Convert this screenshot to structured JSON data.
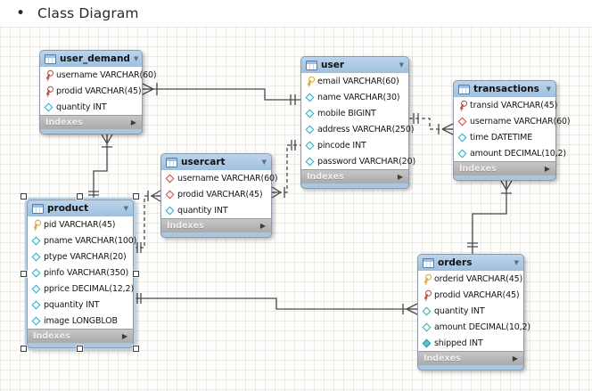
{
  "page": {
    "title": "Class Diagram"
  },
  "icons": {
    "bullet": "•",
    "header_arrow": "▼",
    "expand_arrow": "▶"
  },
  "colors": {
    "header_blue": "#a9c6e2",
    "indexes_gray": "#b5b5b5",
    "line": "#4a4a4a",
    "key_yellow": "#d9a62e",
    "key_red": "#b94a3e",
    "diamond_cyan": "#3aa7b8",
    "diamond_red": "#c0504d",
    "selection": "#b7d2eb"
  },
  "diagram": {
    "tables": [
      {
        "name": "user_demand",
        "indexes_label": "Indexes",
        "fields": [
          {
            "icon": "key-red",
            "text": "username VARCHAR(60)"
          },
          {
            "icon": "key-red",
            "text": "prodid VARCHAR(45)"
          },
          {
            "icon": "diamond-cyan",
            "text": "quantity INT"
          }
        ]
      },
      {
        "name": "user",
        "indexes_label": "Indexes",
        "fields": [
          {
            "icon": "key-yellow",
            "text": "email VARCHAR(60)"
          },
          {
            "icon": "diamond-cyan",
            "text": "name VARCHAR(30)"
          },
          {
            "icon": "diamond-cyan",
            "text": "mobile BIGINT"
          },
          {
            "icon": "diamond-cyan",
            "text": "address VARCHAR(250)"
          },
          {
            "icon": "diamond-cyan",
            "text": "pincode INT"
          },
          {
            "icon": "diamond-cyan",
            "text": "password VARCHAR(20)"
          }
        ]
      },
      {
        "name": "transactions",
        "indexes_label": "Indexes",
        "fields": [
          {
            "icon": "key-red",
            "text": "transid VARCHAR(45)"
          },
          {
            "icon": "diamond-red",
            "text": "username VARCHAR(60)"
          },
          {
            "icon": "diamond-cyan",
            "text": "time DATETIME"
          },
          {
            "icon": "diamond-cyan",
            "text": "amount DECIMAL(10,2)"
          }
        ]
      },
      {
        "name": "usercart",
        "indexes_label": "Indexes",
        "fields": [
          {
            "icon": "diamond-red",
            "text": "username VARCHAR(60)"
          },
          {
            "icon": "diamond-red",
            "text": "prodid VARCHAR(45)"
          },
          {
            "icon": "diamond-cyan",
            "text": "quantity INT"
          }
        ]
      },
      {
        "name": "product",
        "indexes_label": "Indexes",
        "selected": true,
        "fields": [
          {
            "icon": "key-yellow",
            "text": "pid VARCHAR(45)"
          },
          {
            "icon": "diamond-cyan",
            "text": "pname VARCHAR(100)"
          },
          {
            "icon": "diamond-cyan",
            "text": "ptype VARCHAR(20)"
          },
          {
            "icon": "diamond-cyan",
            "text": "pinfo VARCHAR(350)"
          },
          {
            "icon": "diamond-cyan",
            "text": "pprice DECIMAL(12,2)"
          },
          {
            "icon": "diamond-cyan",
            "text": "pquantity INT"
          },
          {
            "icon": "diamond-cyan",
            "text": "image LONGBLOB"
          }
        ]
      },
      {
        "name": "orders",
        "indexes_label": "Indexes",
        "fields": [
          {
            "icon": "key-yellow",
            "text": "orderid VARCHAR(45)"
          },
          {
            "icon": "key-red",
            "text": "prodid VARCHAR(45)"
          },
          {
            "icon": "diamond-cyan",
            "text": "quantity INT"
          },
          {
            "icon": "diamond-cyan",
            "text": "amount DECIMAL(10,2)"
          },
          {
            "icon": "diamond-cyan-filled",
            "text": "shipped INT"
          }
        ]
      }
    ],
    "relationships": [
      {
        "from": "user_demand",
        "from_card": "many",
        "to": "user",
        "to_card": "one",
        "style": "solid"
      },
      {
        "from": "user",
        "from_card": "one",
        "to": "transactions",
        "to_card": "many",
        "style": "dashed"
      },
      {
        "from": "usercart",
        "from_card": "many",
        "to": "user",
        "to_card": "one",
        "style": "dashed"
      },
      {
        "from": "usercart",
        "from_card": "many",
        "to": "product",
        "to_card": "one",
        "style": "dashed"
      },
      {
        "from": "user_demand",
        "from_card": "many",
        "to": "product",
        "to_card": "one",
        "style": "solid"
      },
      {
        "from": "orders",
        "from_card": "many",
        "to": "product",
        "to_card": "one",
        "style": "solid"
      },
      {
        "from": "transactions",
        "from_card": "many",
        "to": "orders",
        "to_card": "one",
        "style": "solid"
      }
    ]
  }
}
